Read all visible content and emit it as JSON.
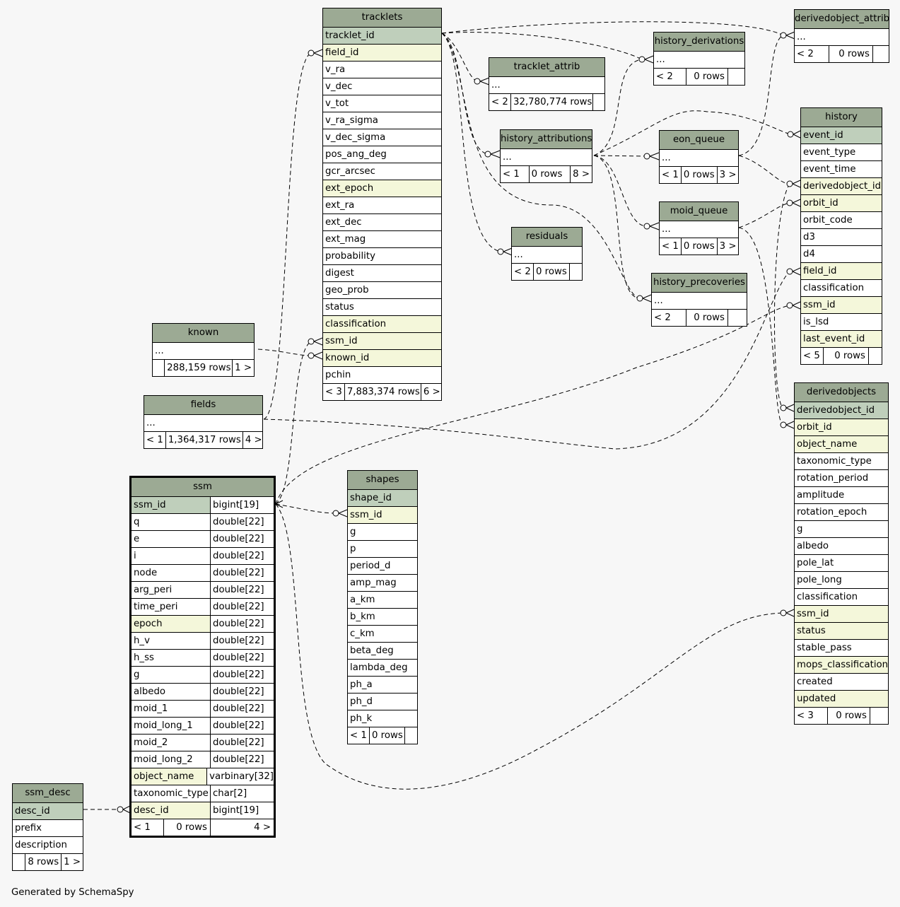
{
  "generated_by": "Generated by SchemaSpy",
  "tables": {
    "tracklets": {
      "name": "tracklets",
      "columns": [
        "tracklet_id",
        "field_id",
        "v_ra",
        "v_dec",
        "v_tot",
        "v_ra_sigma",
        "v_dec_sigma",
        "pos_ang_deg",
        "gcr_arcsec",
        "ext_epoch",
        "ext_ra",
        "ext_dec",
        "ext_mag",
        "probability",
        "digest",
        "geo_prob",
        "status",
        "classification",
        "ssm_id",
        "known_id",
        "pchin"
      ],
      "footer": [
        "< 3",
        "7,883,374 rows",
        "6 >"
      ]
    },
    "tracklet_attrib": {
      "name": "tracklet_attrib",
      "columns": [
        "..."
      ],
      "footer": [
        "< 2",
        "32,780,774 rows",
        ""
      ]
    },
    "history_attributions": {
      "name": "history_attributions",
      "columns": [
        "..."
      ],
      "footer": [
        "< 1",
        "0 rows",
        "8 >"
      ]
    },
    "residuals": {
      "name": "residuals",
      "columns": [
        "..."
      ],
      "footer": [
        "< 2",
        "0 rows",
        ""
      ]
    },
    "history_derivations": {
      "name": "history_derivations",
      "columns": [
        "..."
      ],
      "footer": [
        "< 2",
        "0 rows",
        ""
      ]
    },
    "eon_queue": {
      "name": "eon_queue",
      "columns": [
        "..."
      ],
      "footer": [
        "< 1",
        "0 rows",
        "3 >"
      ]
    },
    "moid_queue": {
      "name": "moid_queue",
      "columns": [
        "..."
      ],
      "footer": [
        "< 1",
        "0 rows",
        "3 >"
      ]
    },
    "history_precoveries": {
      "name": "history_precoveries",
      "columns": [
        "..."
      ],
      "footer": [
        "< 2",
        "0 rows",
        ""
      ]
    },
    "derivedobject_attrib": {
      "name": "derivedobject_attrib",
      "columns": [
        "..."
      ],
      "footer": [
        "< 2",
        "0 rows",
        ""
      ]
    },
    "history": {
      "name": "history",
      "columns": [
        "event_id",
        "event_type",
        "event_time",
        "derivedobject_id",
        "orbit_id",
        "orbit_code",
        "d3",
        "d4",
        "field_id",
        "classification",
        "ssm_id",
        "is_lsd",
        "last_event_id"
      ],
      "footer": [
        "< 5",
        "0 rows",
        ""
      ]
    },
    "derivedobjects": {
      "name": "derivedobjects",
      "columns": [
        "derivedobject_id",
        "orbit_id",
        "object_name",
        "taxonomic_type",
        "rotation_period",
        "amplitude",
        "rotation_epoch",
        "g",
        "albedo",
        "pole_lat",
        "pole_long",
        "classification",
        "ssm_id",
        "status",
        "stable_pass",
        "mops_classification",
        "created",
        "updated"
      ],
      "footer": [
        "< 3",
        "0 rows",
        ""
      ]
    },
    "known": {
      "name": "known",
      "columns": [
        "..."
      ],
      "footer": [
        "",
        "288,159 rows",
        "1 >"
      ]
    },
    "fields": {
      "name": "fields",
      "columns": [
        "..."
      ],
      "footer": [
        "< 1",
        "1,364,317 rows",
        "4 >"
      ]
    },
    "ssm": {
      "name": "ssm",
      "columns": [
        [
          "ssm_id",
          "bigint[19]"
        ],
        [
          "q",
          "double[22]"
        ],
        [
          "e",
          "double[22]"
        ],
        [
          "i",
          "double[22]"
        ],
        [
          "node",
          "double[22]"
        ],
        [
          "arg_peri",
          "double[22]"
        ],
        [
          "time_peri",
          "double[22]"
        ],
        [
          "epoch",
          "double[22]"
        ],
        [
          "h_v",
          "double[22]"
        ],
        [
          "h_ss",
          "double[22]"
        ],
        [
          "g",
          "double[22]"
        ],
        [
          "albedo",
          "double[22]"
        ],
        [
          "moid_1",
          "double[22]"
        ],
        [
          "moid_long_1",
          "double[22]"
        ],
        [
          "moid_2",
          "double[22]"
        ],
        [
          "moid_long_2",
          "double[22]"
        ],
        [
          "object_name",
          "varbinary[32]"
        ],
        [
          "taxonomic_type",
          "char[2]"
        ],
        [
          "desc_id",
          "bigint[19]"
        ]
      ],
      "footer": [
        "< 1",
        "0 rows",
        "4 >"
      ]
    },
    "shapes": {
      "name": "shapes",
      "columns": [
        "shape_id",
        "ssm_id",
        "g",
        "p",
        "period_d",
        "amp_mag",
        "a_km",
        "b_km",
        "c_km",
        "beta_deg",
        "lambda_deg",
        "ph_a",
        "ph_d",
        "ph_k"
      ],
      "footer": [
        "< 1",
        "0 rows",
        ""
      ]
    },
    "ssm_desc": {
      "name": "ssm_desc",
      "columns": [
        "desc_id",
        "prefix",
        "description"
      ],
      "footer": [
        "",
        "8 rows",
        "1 >"
      ]
    }
  }
}
